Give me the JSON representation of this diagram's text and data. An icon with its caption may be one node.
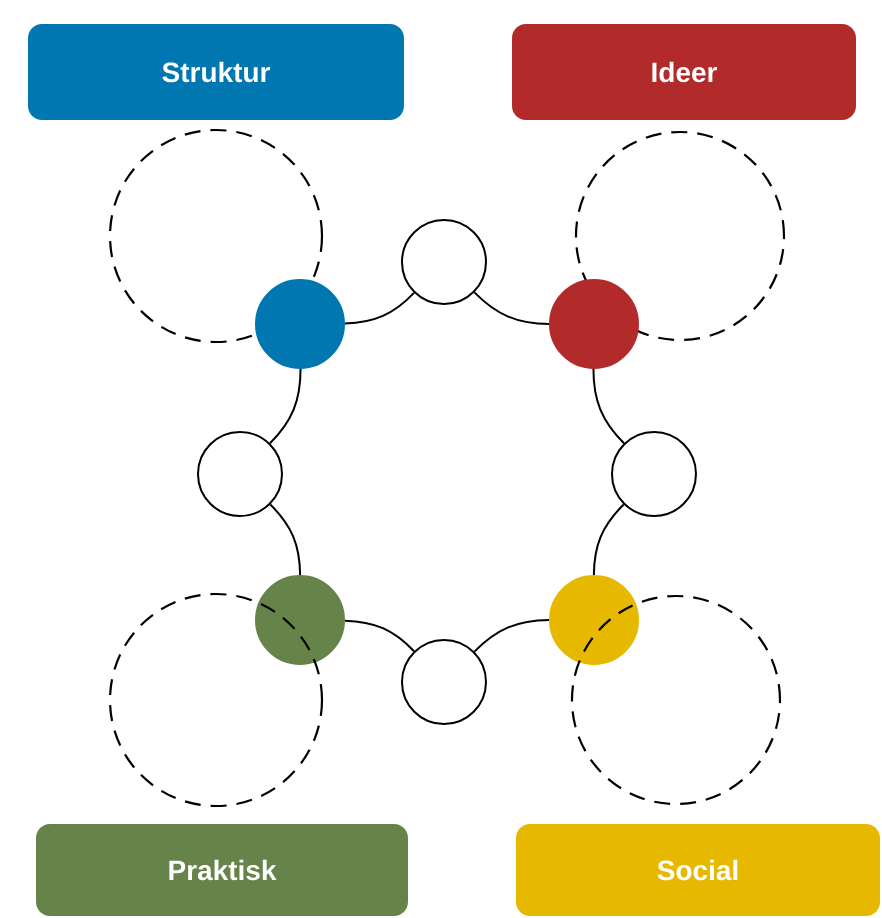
{
  "diagram": {
    "nodes": [
      {
        "text": [
          "Struktur"
        ]
      },
      {
        "text": [
          "Ideer"
        ]
      },
      {
        "text": [],
        "shape": "circle"
      },
      {
        "text": [],
        "shape": "circle"
      },
      {
        "text": [],
        "shape": "circle"
      },
      {
        "text": [],
        "shape": "circle"
      },
      {
        "text": [],
        "shape": "circle"
      },
      {
        "text": [],
        "shape": "circle"
      },
      {
        "text": [],
        "shape": "circle"
      },
      {
        "text": [],
        "shape": "circle"
      },
      {
        "text": [],
        "shape": "circle"
      },
      {
        "text": [],
        "shape": "circle"
      },
      {
        "text": [],
        "shape": "circle"
      },
      {
        "text": [],
        "shape": "circle"
      },
      {
        "text": [
          "Praktisk"
        ]
      },
      {
        "text": [
          "Social"
        ]
      }
    ],
    "edges": [
      {
        "from": 4,
        "to": 6,
        "arrow": "none"
      },
      {
        "from": 6,
        "to": 8,
        "arrow": "none"
      },
      {
        "from": 8,
        "to": 10,
        "arrow": "none"
      },
      {
        "from": 10,
        "to": 11,
        "arrow": "none"
      },
      {
        "from": 11,
        "to": 9,
        "arrow": "none"
      },
      {
        "from": 9,
        "to": 7,
        "arrow": "none"
      },
      {
        "from": 7,
        "to": 5,
        "arrow": "none"
      },
      {
        "from": 5,
        "to": 4,
        "arrow": "none"
      }
    ]
  }
}
